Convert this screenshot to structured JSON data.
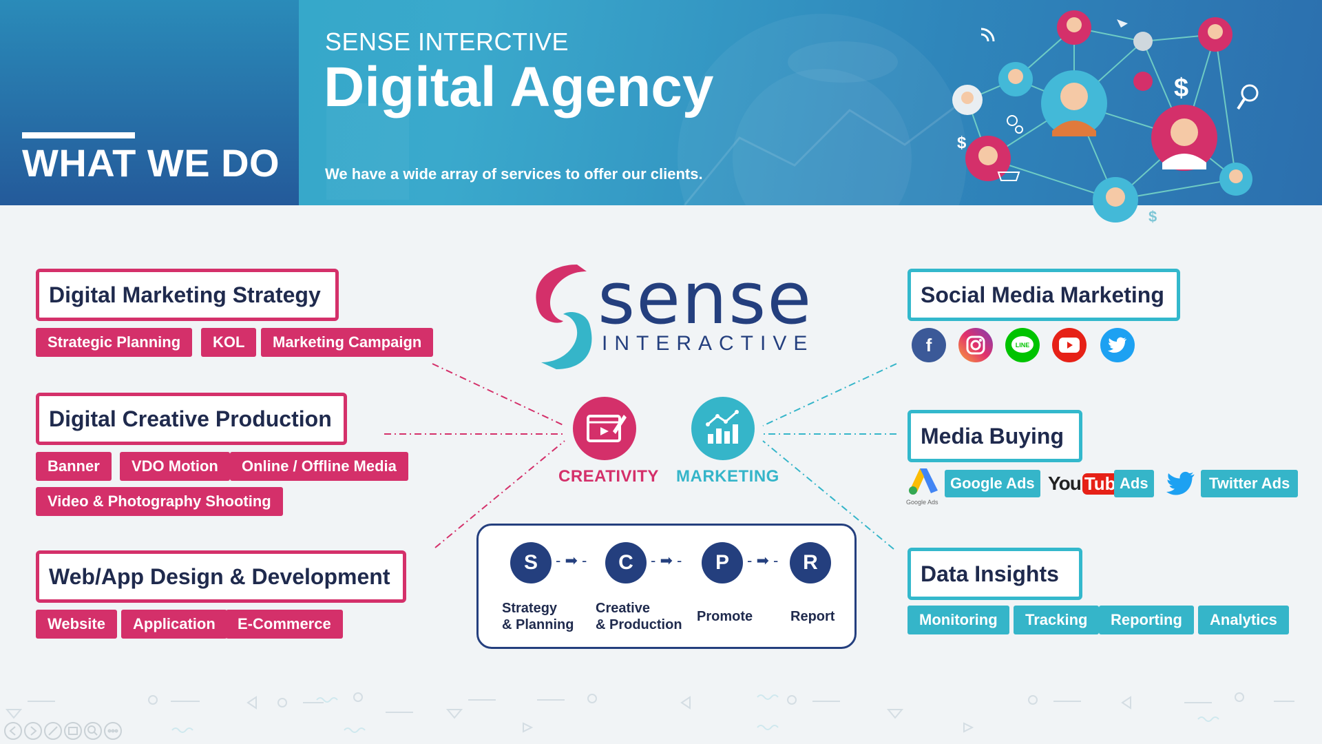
{
  "header": {
    "what_we_do": "WHAT WE DO",
    "subtitle": "SENSE INTERCTIVE",
    "title": "Digital Agency",
    "description": "We have a wide array of services to offer our clients."
  },
  "logo": {
    "word": "sense",
    "sub": "INTERACTIVE"
  },
  "left_services": [
    {
      "title": "Digital Marketing Strategy",
      "tags": [
        "Strategic Planning",
        "KOL",
        "Marketing Campaign"
      ]
    },
    {
      "title": "Digital Creative Production",
      "tags": [
        "Banner",
        "VDO Motion",
        "Online / Offline Media",
        "Video & Photography Shooting"
      ]
    },
    {
      "title": "Web/App Design & Development",
      "tags": [
        "Website",
        "Application",
        "E-Commerce"
      ]
    }
  ],
  "right_services": [
    {
      "title": "Social Media Marketing",
      "icons": [
        "facebook-icon",
        "instagram-icon",
        "line-icon",
        "youtube-icon",
        "twitter-icon"
      ]
    },
    {
      "title": "Media Buying",
      "tags": [
        "Google Ads",
        "Ads",
        "Twitter Ads"
      ],
      "google_ads_caption": "Google Ads",
      "youtube_you": "You",
      "youtube_tube": "Tube"
    },
    {
      "title": "Data Insights",
      "tags": [
        "Monitoring",
        "Tracking",
        "Reporting",
        "Analytics"
      ]
    }
  ],
  "center": {
    "creativity": "CREATIVITY",
    "marketing": "MARKETING"
  },
  "process": [
    {
      "letter": "S",
      "label_line1": "Strategy",
      "label_line2": "& Planning"
    },
    {
      "letter": "C",
      "label_line1": "Creative",
      "label_line2": "& Production"
    },
    {
      "letter": "P",
      "label_line1": "Promote",
      "label_line2": ""
    },
    {
      "letter": "R",
      "label_line1": "Report",
      "label_line2": ""
    }
  ],
  "header_network": {
    "dollar": "$"
  },
  "colors": {
    "pink": "#d4306a",
    "teal": "#35b5c9",
    "navy": "#243f7e",
    "header_blue": "#2f86bb"
  }
}
